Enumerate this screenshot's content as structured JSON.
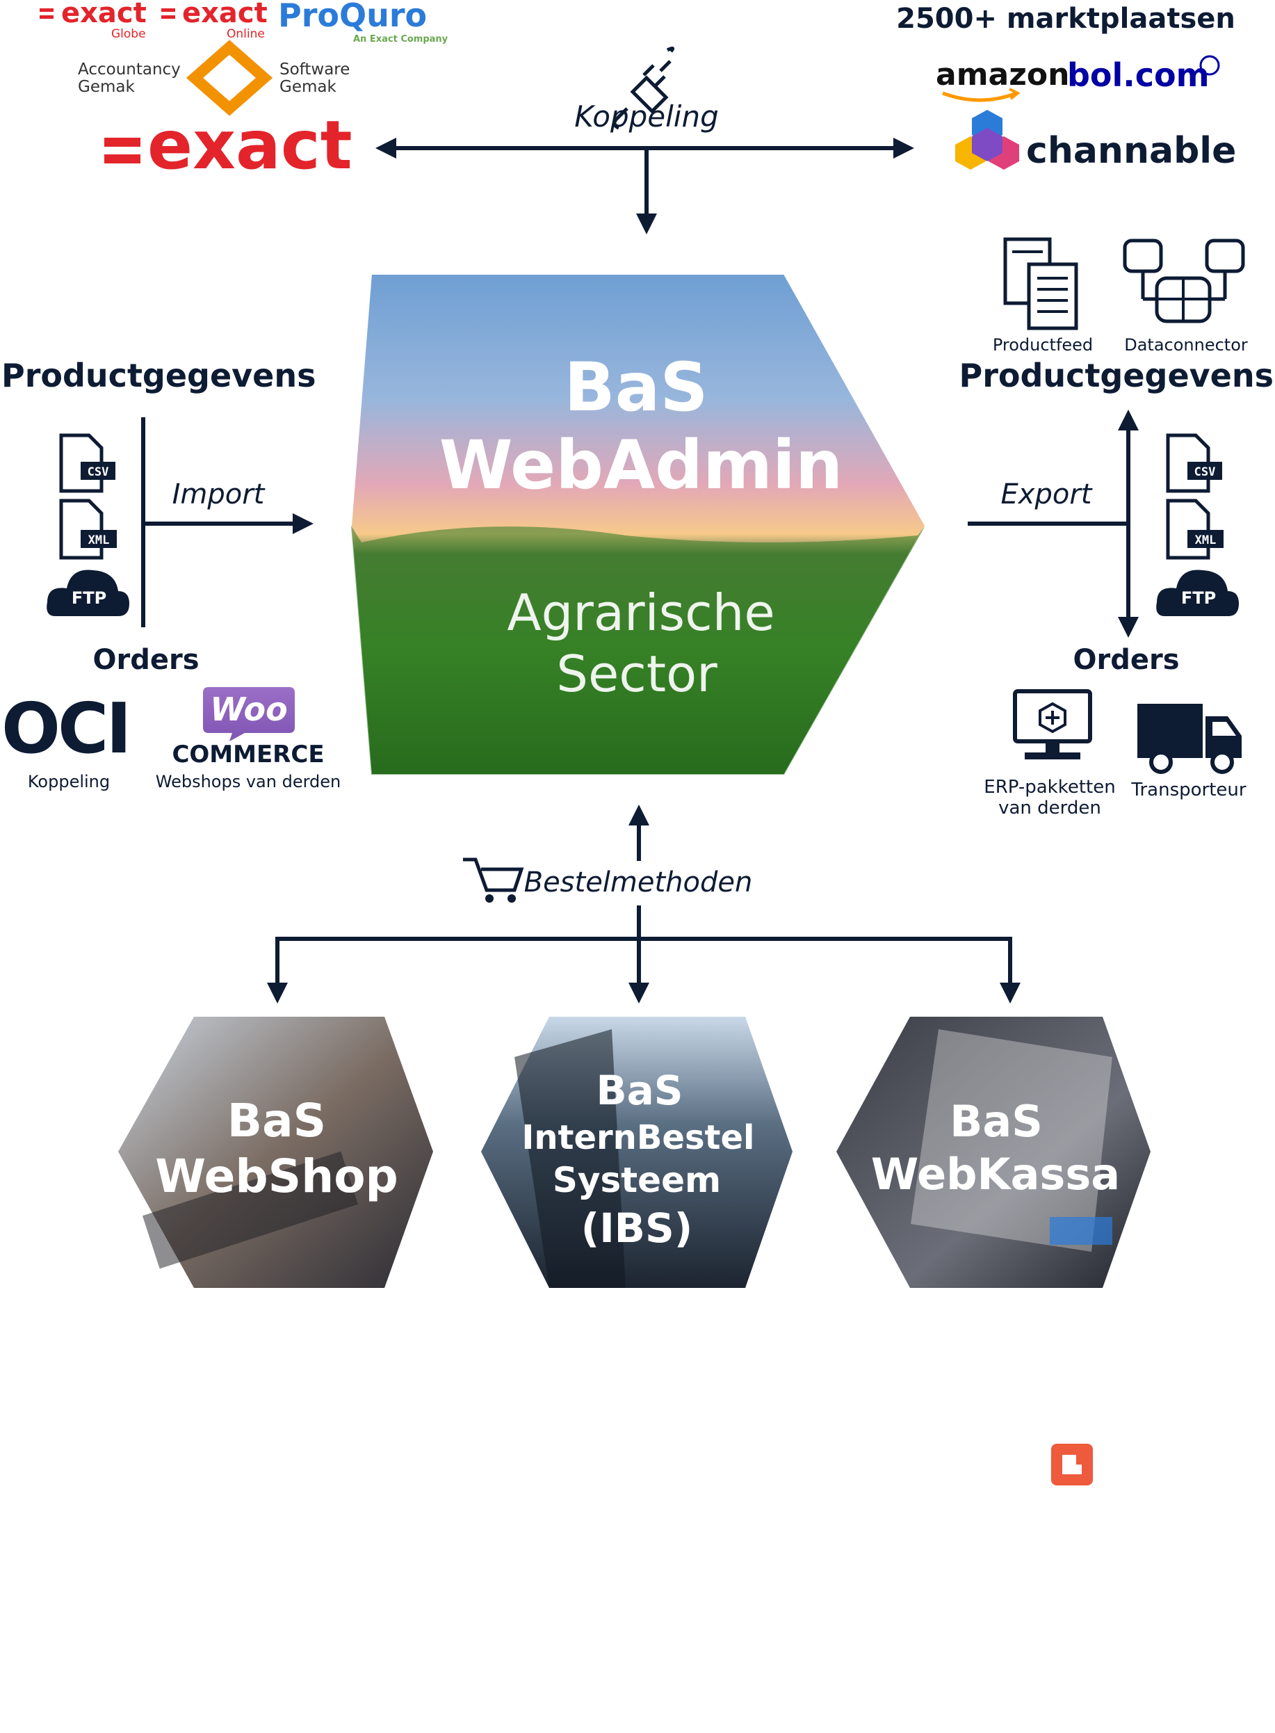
{
  "colors": {
    "navy": "#0d1b33",
    "exact_red": "#e3242b",
    "proquro_blue": "#2b7bd9",
    "gemak_orange": "#f39200",
    "bol_blue": "#0000a4",
    "woo_purple": "#7f54b3",
    "amazon_orange": "#ff9900",
    "cloud_navy": "#0d1b33"
  },
  "top_left": {
    "logo_exact_globe_word": "exact",
    "logo_exact_globe_sub": "Globe",
    "logo_exact_online_word": "exact",
    "logo_exact_online_sub": "Online",
    "logo_proquro_word": "ProQuro",
    "logo_proquro_sub": "An Exact Company",
    "accountancy_label": "Accountancy\nGemak",
    "accountancy_line1": "Accountancy",
    "accountancy_line2": "Gemak",
    "software_line1": "Software",
    "software_line2": "Gemak",
    "logo_exact_main_word": "exact"
  },
  "top_right": {
    "heading": "2500+ marktplaatsen",
    "amazon": "amazon",
    "bol": "bol.com",
    "channable": "channable"
  },
  "koppeling_top": "Koppeling",
  "center": {
    "title_line1": "BaS",
    "title_line2": "WebAdmin",
    "sub_line1": "Agrarische",
    "sub_line2": "Sector"
  },
  "left": {
    "heading": "Productgegevens",
    "csv": "CSV",
    "xml": "XML",
    "ftp": "FTP",
    "import_label": "Import",
    "orders_heading": "Orders",
    "oci_logo": "OCI",
    "oci_caption": "Koppeling",
    "woo_logo_top": "Woo",
    "woo_logo_bottom": "COMMERCE",
    "woo_caption": "Webshops van derden"
  },
  "right": {
    "productfeed": "Productfeed",
    "dataconnector": "Dataconnector",
    "heading": "Productgegevens",
    "export_label": "Export",
    "csv": "CSV",
    "xml": "XML",
    "ftp": "FTP",
    "orders_heading": "Orders",
    "erp_line1": "ERP-pakketten",
    "erp_line2": "van derden",
    "transporteur": "Transporteur"
  },
  "bestel": {
    "label": "Bestelmethoden"
  },
  "bottom": {
    "webshop_line1": "BaS",
    "webshop_line2": "WebShop",
    "ibs_line1": "BaS",
    "ibs_line2": "InternBestel",
    "ibs_line3": "Systeem",
    "ibs_line4": "(IBS)",
    "kassa_line1": "BaS",
    "kassa_line2": "WebKassa"
  }
}
